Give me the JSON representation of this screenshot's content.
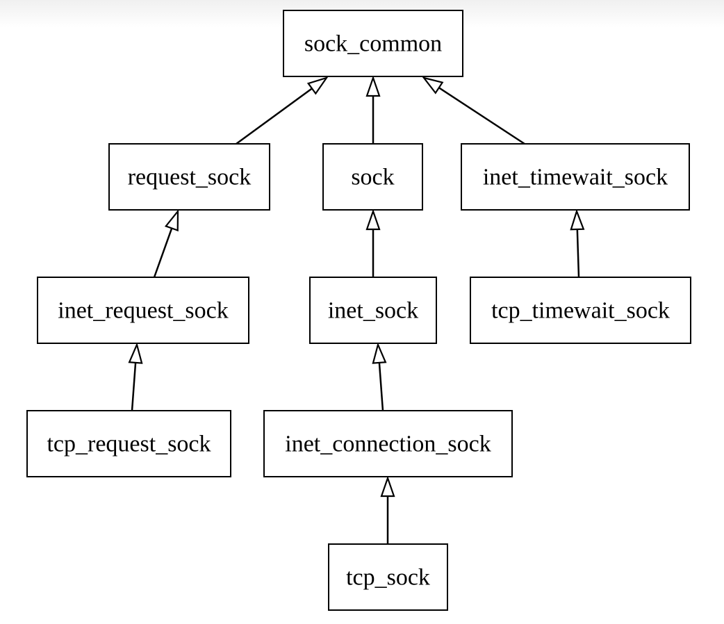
{
  "diagram": {
    "nodes": [
      {
        "id": "sock_common",
        "label": "sock_common"
      },
      {
        "id": "request_sock",
        "label": "request_sock"
      },
      {
        "id": "sock",
        "label": "sock"
      },
      {
        "id": "inet_timewait_sock",
        "label": "inet_timewait_sock"
      },
      {
        "id": "inet_request_sock",
        "label": "inet_request_sock"
      },
      {
        "id": "inet_sock",
        "label": "inet_sock"
      },
      {
        "id": "tcp_timewait_sock",
        "label": "tcp_timewait_sock"
      },
      {
        "id": "tcp_request_sock",
        "label": "tcp_request_sock"
      },
      {
        "id": "inet_connection_sock",
        "label": "inet_connection_sock"
      },
      {
        "id": "tcp_sock",
        "label": "tcp_sock"
      }
    ],
    "edges": [
      {
        "from": "request_sock",
        "to": "sock_common"
      },
      {
        "from": "sock",
        "to": "sock_common"
      },
      {
        "from": "inet_timewait_sock",
        "to": "sock_common"
      },
      {
        "from": "inet_request_sock",
        "to": "request_sock"
      },
      {
        "from": "inet_sock",
        "to": "sock"
      },
      {
        "from": "tcp_timewait_sock",
        "to": "inet_timewait_sock"
      },
      {
        "from": "tcp_request_sock",
        "to": "inet_request_sock"
      },
      {
        "from": "inet_connection_sock",
        "to": "inet_sock"
      },
      {
        "from": "tcp_sock",
        "to": "inet_connection_sock"
      }
    ],
    "edge_style": "hollow-triangle-arrow"
  }
}
